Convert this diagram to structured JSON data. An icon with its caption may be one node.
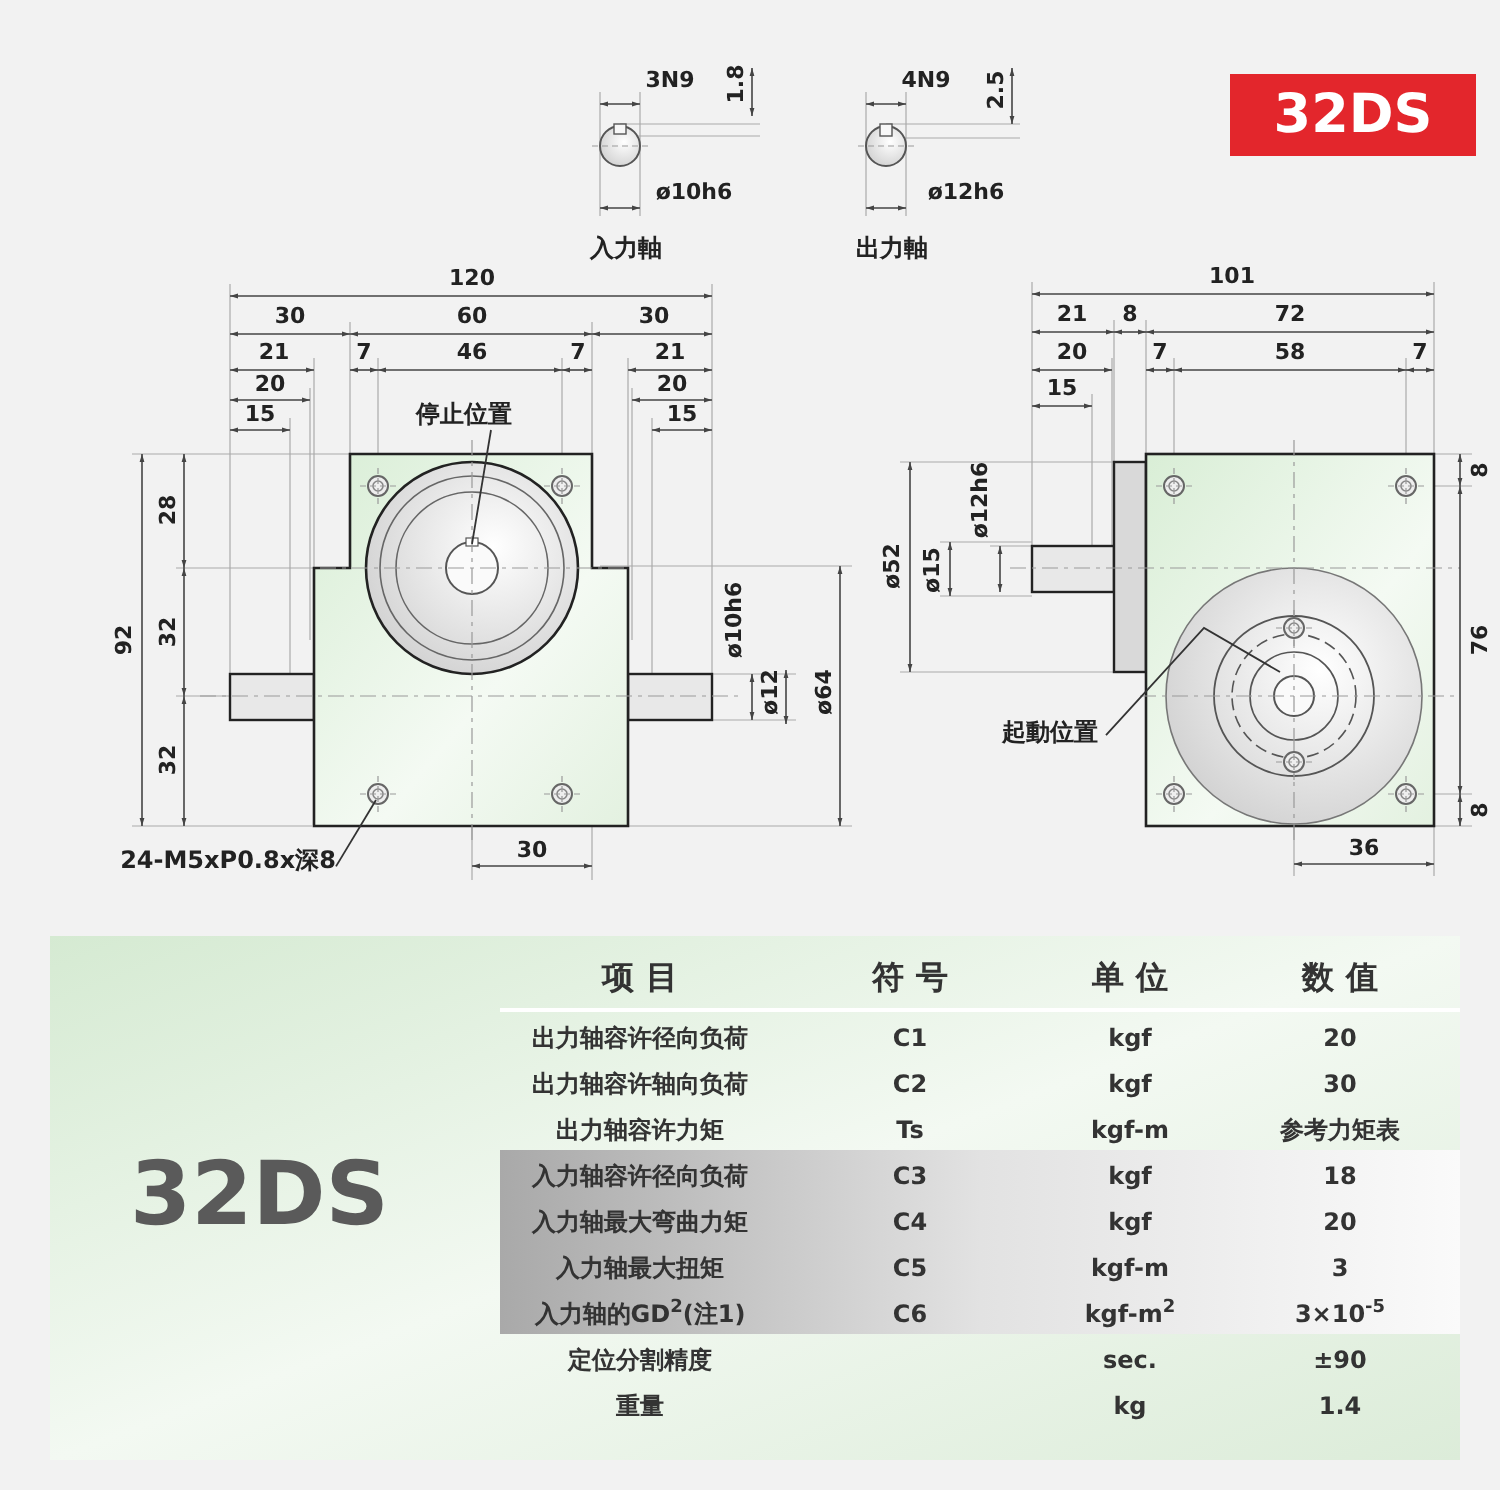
{
  "diagram": {
    "nodes": [
      {
        "text": [
          "32DS"
        ]
      },
      {
        "text": [
          "停止位置"
        ]
      },
      {
        "text": [
          "起動位置"
        ]
      },
      {
        "text": [
          "24-M5xP0.8x深8"
        ]
      }
    ],
    "edges": [
      {
        "from": 1,
        "to": null,
        "arrow": "none"
      },
      {
        "from": 2,
        "to": null,
        "arrow": "none"
      },
      {
        "from": 3,
        "to": null,
        "arrow": "none"
      }
    ],
    "labels": [
      "3N9",
      "1.8",
      "ø10h6",
      "入力軸",
      "4N9",
      "2.5",
      "ø12h6",
      "出力軸",
      "120",
      "30",
      "60",
      "30",
      "21",
      "7",
      "46",
      "7",
      "21",
      "20",
      "20",
      "15",
      "15",
      "92",
      "28",
      "32",
      "32",
      "ø10h6",
      "ø12",
      "ø64",
      "30",
      "101",
      "21",
      "8",
      "72",
      "20",
      "7",
      "58",
      "7",
      "15",
      "ø52",
      "ø15",
      "ø12h6",
      "8",
      "76",
      "8",
      "36",
      "32DS",
      "项 目",
      "符 号",
      "单 位",
      "数 值",
      "出力轴容许径向负荷",
      "C1",
      "kgf",
      "20",
      "出力轴容许轴向负荷",
      "C2",
      "kgf",
      "30",
      "出力轴容许力矩",
      "Ts",
      "kgf-m",
      "参考力矩表",
      "入力轴容许径向负荷",
      "C3",
      "kgf",
      "18",
      "入力轴最大弯曲力矩",
      "C4",
      "kgf",
      "20",
      "入力轴最大扭矩",
      "C5",
      "kgf-m",
      "3",
      "入力轴的GD$^{2}$(注1)",
      "C6",
      "kgf-m$^{2}$",
      "3×10$^{-5}$",
      "定位分割精度",
      "sec.",
      "±90",
      "重量",
      "kg",
      "1.4"
    ]
  }
}
